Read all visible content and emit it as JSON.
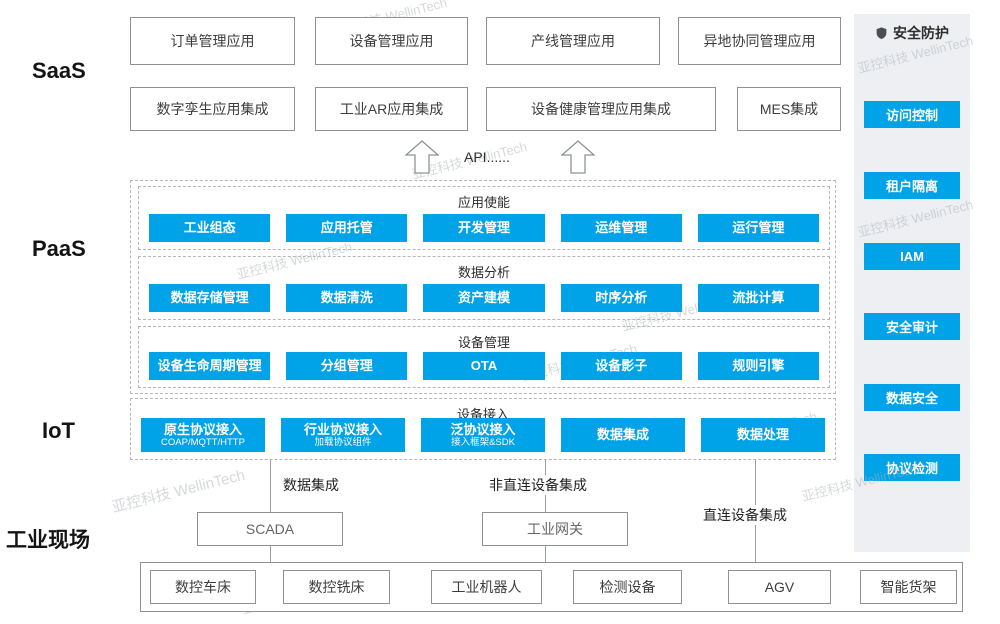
{
  "layers": {
    "saas": "SaaS",
    "paas": "PaaS",
    "iot": "IoT"
  },
  "saas": {
    "row1": [
      "订单管理应用",
      "设备管理应用",
      "产线管理应用",
      "异地协同管理应用"
    ],
    "row2": [
      "数字孪生应用集成",
      "工业AR应用集成",
      "设备健康管理应用集成",
      "MES集成"
    ]
  },
  "api": {
    "label": "API......"
  },
  "paas": {
    "sections": [
      {
        "title": "应用使能",
        "items": [
          "工业组态",
          "应用托管",
          "开发管理",
          "运维管理",
          "运行管理"
        ]
      },
      {
        "title": "数据分析",
        "items": [
          "数据存储管理",
          "数据清洗",
          "资产建模",
          "时序分析",
          "流批计算"
        ]
      },
      {
        "title": "设备管理",
        "items": [
          "设备生命周期管理",
          "分组管理",
          "OTA",
          "设备影子",
          "规则引擎"
        ]
      }
    ]
  },
  "iot": {
    "title": "设备接入",
    "items": [
      {
        "line1": "原生协议接入",
        "line2": "COAP/MQTT/HTTP"
      },
      {
        "line1": "行业协议接入",
        "line2": "加载协议组件"
      },
      {
        "line1": "泛协议接入",
        "line2": "接入框架&SDK"
      },
      {
        "line1": "数据集成",
        "line2": ""
      },
      {
        "line1": "数据处理",
        "line2": ""
      }
    ]
  },
  "security": {
    "title": "安全防护",
    "items": [
      "访问控制",
      "租户隔离",
      "IAM",
      "安全审计",
      "数据安全",
      "协议检测"
    ]
  },
  "flows": {
    "left": "数据集成",
    "middle": "非直连设备集成",
    "right": "直连设备集成"
  },
  "nodes": {
    "scada": "SCADA",
    "gateway": "工业网关"
  },
  "field": {
    "label": "工业现场",
    "items": [
      "数控车床",
      "数控铣床",
      "工业机器人",
      "检测设备",
      "AGV",
      "智能货架"
    ]
  },
  "watermark": {
    "text": "亚控科技 WellinTech"
  },
  "colors": {
    "accent": "#00A2E8"
  }
}
